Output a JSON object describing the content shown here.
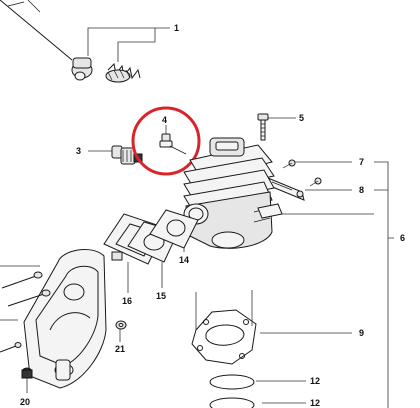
{
  "colors": {
    "highlight": "#d6262c",
    "ink": "#1a1a1a",
    "paper": "#ffffff"
  },
  "callouts": [
    {
      "id": "1",
      "label": "1"
    },
    {
      "id": "3",
      "label": "3"
    },
    {
      "id": "4",
      "label": "4"
    },
    {
      "id": "5",
      "label": "5"
    },
    {
      "id": "6",
      "label": "6"
    },
    {
      "id": "7",
      "label": "7"
    },
    {
      "id": "8",
      "label": "8"
    },
    {
      "id": "9",
      "label": "9"
    },
    {
      "id": "12a",
      "label": "12"
    },
    {
      "id": "12b",
      "label": "12"
    },
    {
      "id": "14",
      "label": "14"
    },
    {
      "id": "15",
      "label": "15"
    },
    {
      "id": "16",
      "label": "16"
    },
    {
      "id": "20",
      "label": "20"
    },
    {
      "id": "21",
      "label": "21"
    }
  ],
  "highlighted_part": "4"
}
